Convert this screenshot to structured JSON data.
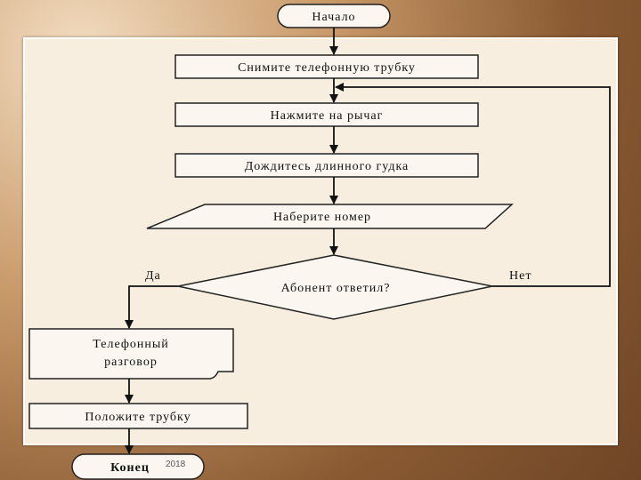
{
  "flowchart": {
    "start": "Начало",
    "step1": "Снимите телефонную трубку",
    "step2": "Нажмите на рычаг",
    "step3": "Дождитесь длинного гудка",
    "input": "Наберите номер",
    "decision": "Абонент ответил?",
    "yes": "Да",
    "no": "Нет",
    "talk_line1": "Телефонный",
    "talk_line2": "разговор",
    "step_last": "Положите трубку",
    "end": "Конец"
  },
  "footer": {
    "year": "2018"
  }
}
